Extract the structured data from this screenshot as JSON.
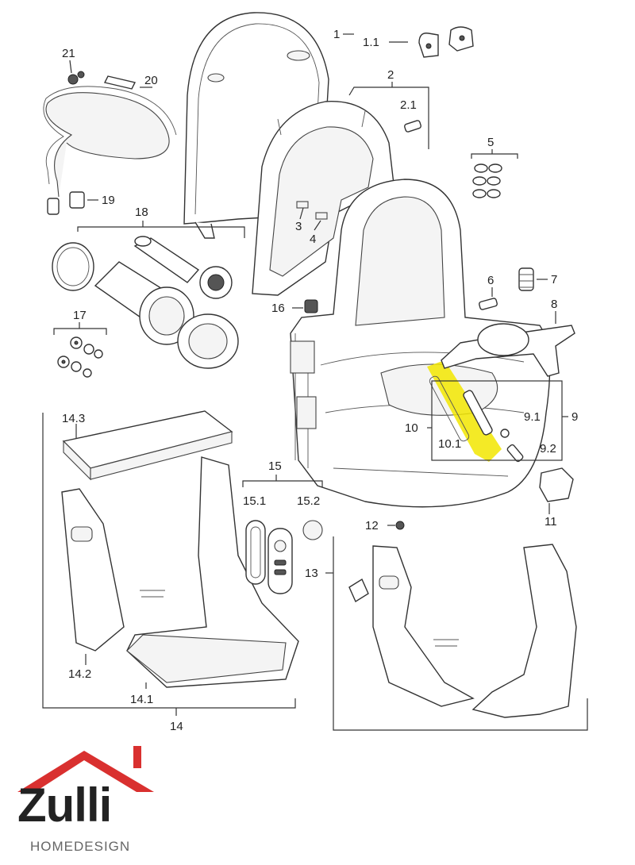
{
  "labels": {
    "p1": "1",
    "p1_1": "1.1",
    "p2": "2",
    "p2_1": "2.1",
    "p3": "3",
    "p4": "4",
    "p5": "5",
    "p6": "6",
    "p7": "7",
    "p8": "8",
    "p9": "9",
    "p9_1": "9.1",
    "p9_2": "9.2",
    "p10": "10",
    "p10_1": "10.1",
    "p11": "11",
    "p12": "12",
    "p13": "13",
    "p14": "14",
    "p14_1": "14.1",
    "p14_2": "14.2",
    "p14_3": "14.3",
    "p15": "15",
    "p15_1": "15.1",
    "p15_2": "15.2",
    "p16": "16",
    "p17": "17",
    "p18": "18",
    "p19": "19",
    "p20": "20",
    "p21": "21"
  },
  "logo": {
    "word": "Zulli",
    "sub": "HOMEDESIGN"
  },
  "colors": {
    "highlight": "#f2e600",
    "logo_roof": "#d9302f",
    "line": "#333333"
  }
}
